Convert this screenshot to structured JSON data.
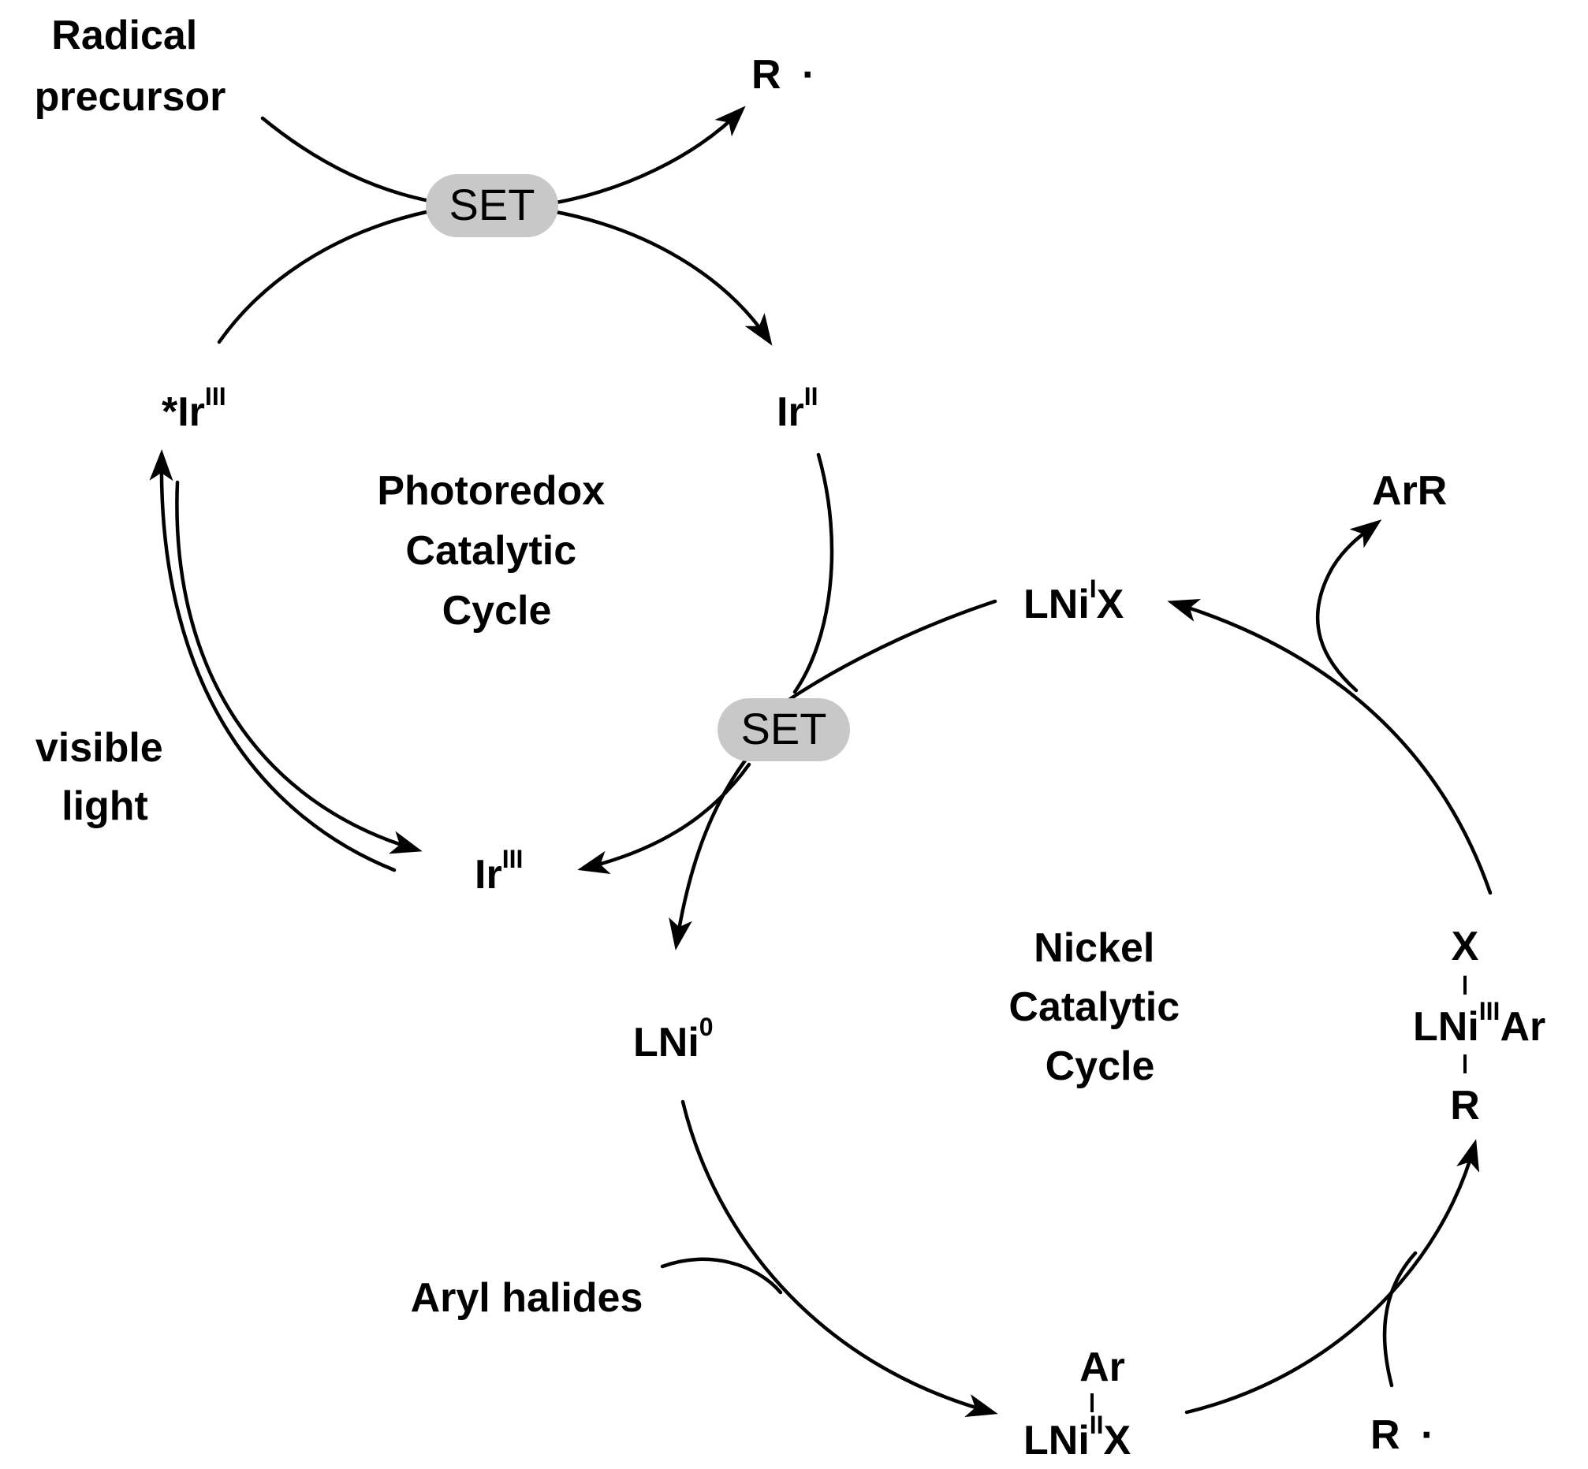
{
  "labels": {
    "radical_precursor_1": "Radical",
    "radical_precursor_2": "precursor",
    "r_radical_top": "R",
    "r_radical_bottom": "R",
    "radical_dot": "·",
    "set_top": "SET",
    "set_middle": "SET",
    "ir_excited_prefix": "*Ir",
    "ir_excited_ox": "III",
    "ir_ii": "Ir",
    "ir_ii_ox": "II",
    "ir_iii": "Ir",
    "ir_iii_ox": "III",
    "photoredox_1": "Photoredox",
    "photoredox_2": "Catalytic",
    "photoredox_3": "Cycle",
    "visible_1": "visible",
    "visible_2": "light",
    "arr": "ArR",
    "lnix_pre": "LNi",
    "lnix_ox": "I",
    "lnix_post": "X",
    "lni0_pre": "LNi",
    "lni0_ox": "0",
    "nickel_1": "Nickel",
    "nickel_2": "Catalytic",
    "nickel_3": "Cycle",
    "ni3_top": "X",
    "ni3_mid_pre": "LNi",
    "ni3_mid_ox": "III",
    "ni3_mid_post": "Ar",
    "ni3_bottom": "R",
    "ni2_top": "Ar",
    "ni2_pre": "LNi",
    "ni2_ox": "II",
    "ni2_post": "X",
    "aryl_halides": "Aryl halides"
  },
  "colors": {
    "set_badge": "#c8c8c8",
    "ink": "#000000"
  }
}
